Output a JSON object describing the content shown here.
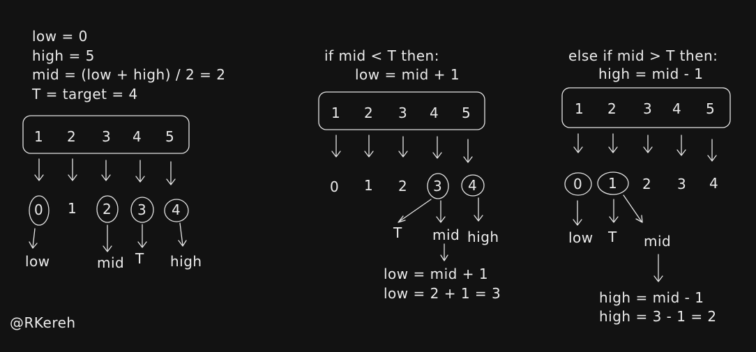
{
  "panel1": {
    "lines": [
      "low = 0",
      "high = 5",
      "mid = (low + high) / 2 = 2",
      "T = target = 4"
    ],
    "array": [
      "1",
      "2",
      "3",
      "4",
      "5"
    ],
    "indices": [
      "0",
      "1",
      "2",
      "3",
      "4"
    ],
    "labels": {
      "low": "low",
      "mid": "mid",
      "t": "T",
      "high": "high"
    }
  },
  "panel2": {
    "condition": "if mid < T then:",
    "action": "low = mid + 1",
    "array": [
      "1",
      "2",
      "3",
      "4",
      "5"
    ],
    "indices": [
      "0",
      "1",
      "2",
      "3",
      "4"
    ],
    "labels": {
      "t": "T",
      "mid": "mid",
      "high": "high"
    },
    "result": [
      "low = mid + 1",
      "low = 2 + 1 = 3"
    ]
  },
  "panel3": {
    "condition": "else if mid > T then:",
    "action": "high = mid - 1",
    "array": [
      "1",
      "2",
      "3",
      "4",
      "5"
    ],
    "indices": [
      "0",
      "1",
      "2",
      "3",
      "4"
    ],
    "labels": {
      "low": "low",
      "t": "T",
      "mid": "mid"
    },
    "result": [
      "high = mid - 1",
      "high = 3 - 1 = 2"
    ]
  },
  "watermark": "@RKereh",
  "colors": {
    "background": "#121212",
    "ink": "#ececec"
  }
}
